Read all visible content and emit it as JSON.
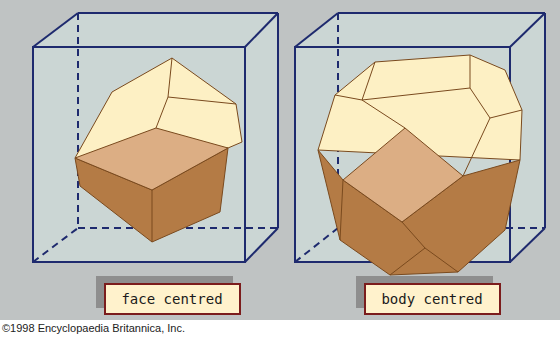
{
  "diagram": {
    "nodes": [
      {
        "text": [
          "face centred"
        ]
      },
      {
        "text": [
          "body centred"
        ]
      }
    ],
    "labels": [
      "©1998 Encyclopaedia Britannica, Inc."
    ]
  }
}
